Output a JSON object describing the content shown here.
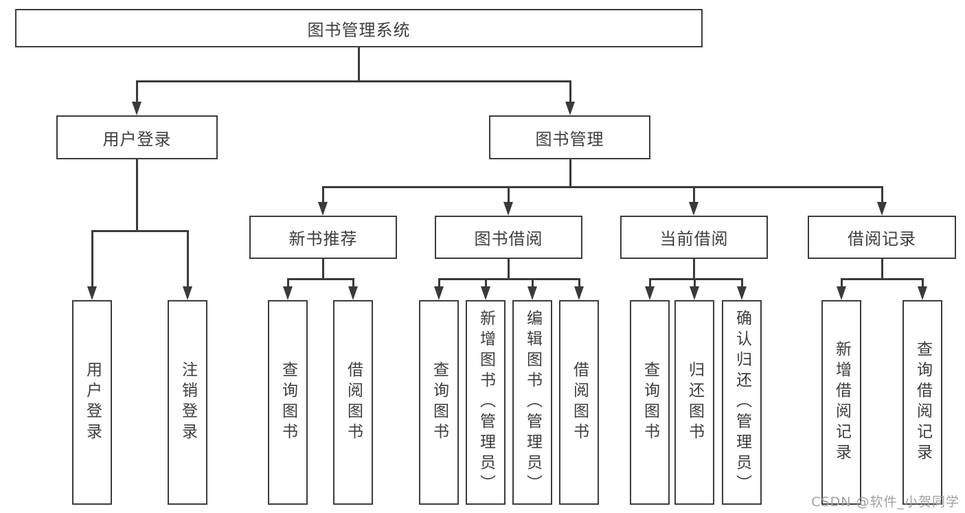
{
  "diagram": {
    "root": {
      "label": "图书管理系统"
    },
    "level2": [
      {
        "label": "用户登录"
      },
      {
        "label": "图书管理"
      }
    ],
    "level3": [
      {
        "label": "新书推荐",
        "parent": "图书管理"
      },
      {
        "label": "图书借阅",
        "parent": "图书管理"
      },
      {
        "label": "当前借阅",
        "parent": "图书管理"
      },
      {
        "label": "借阅记录",
        "parent": "图书管理"
      }
    ],
    "leaves": [
      {
        "label": "用户登录",
        "parent": "用户登录"
      },
      {
        "label": "注销登录",
        "parent": "用户登录"
      },
      {
        "label": "查询图书",
        "parent": "新书推荐"
      },
      {
        "label": "借阅图书",
        "parent": "新书推荐"
      },
      {
        "label": "查询图书",
        "parent": "图书借阅"
      },
      {
        "label": "新增图书（管理员）",
        "parent": "图书借阅"
      },
      {
        "label": "编辑图书（管理员）",
        "parent": "图书借阅"
      },
      {
        "label": "借阅图书",
        "parent": "图书借阅"
      },
      {
        "label": "查询图书",
        "parent": "当前借阅"
      },
      {
        "label": "归还图书",
        "parent": "当前借阅"
      },
      {
        "label": "确认归还（管理员）",
        "parent": "当前借阅"
      },
      {
        "label": "新增借阅记录",
        "parent": "借阅记录"
      },
      {
        "label": "查询借阅记录",
        "parent": "借阅记录"
      }
    ]
  },
  "watermark": "CSDN @软件_小贺同学",
  "colors": {
    "line": "#3a3a3a",
    "border": "#3c3c3c",
    "text": "#3d3d3d",
    "watermark": "#a0a0a0",
    "background": "#ffffff"
  }
}
